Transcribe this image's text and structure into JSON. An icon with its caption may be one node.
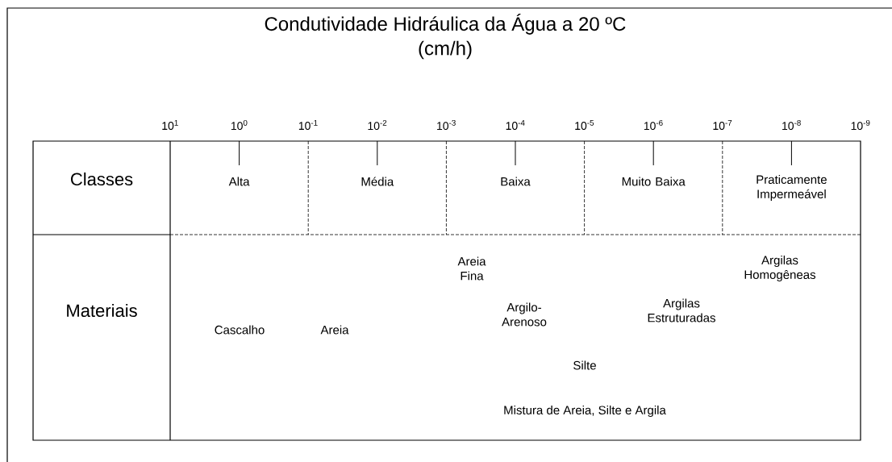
{
  "diagram": {
    "title": "Condutividade Hidráulica da Água a 20 ºC",
    "labels": [
      "(cm/h)",
      "10$^{1}$",
      "10$^{0}$",
      "10$^{-1}$",
      "10$^{-2}$",
      "10$^{-3}$",
      "10$^{-4}$",
      "10$^{-5}$",
      "10$^{-6}$",
      "10$^{-7}$",
      "10$^{-8}$",
      "10$^{-9}$",
      "Classes",
      "Alta",
      "Média",
      "Baixa",
      "Muito Baixa",
      "Praticamente Impermeável",
      "Materiais",
      "Areia Fina",
      "Argilas Homogêneas",
      "Argilo-Arenoso",
      "Argilas Estruturadas",
      "Cascalho",
      "Areia",
      "Silte",
      "Mistura de Areia, Silte e Argila"
    ]
  }
}
